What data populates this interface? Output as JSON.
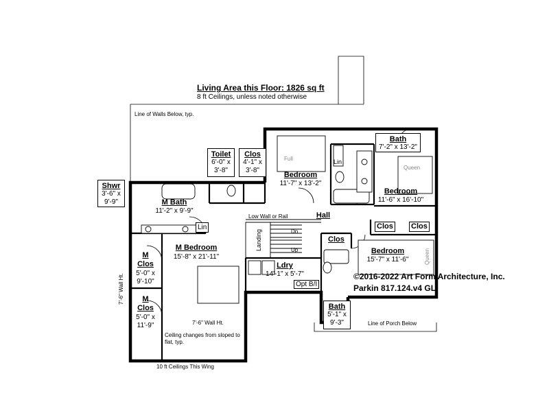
{
  "header": {
    "title": "Living Area this Floor: 1826 sq ft",
    "subtitle": "8 ft Ceilings, unless noted otherwise"
  },
  "notes": {
    "walls_below": "Line of Walls Below, typ.",
    "low_wall": "Low Wall or Rail",
    "wall_ht_left": "7'-6\" Wall Ht.",
    "wall_ht_bottom": "7'-6\" Wall Ht.",
    "ceiling_change": "Ceiling changes from sloped to flat, typ.",
    "ceilings_wing": "10 ft Ceilings This Wing",
    "porch_below": "Line of Porch Below"
  },
  "rooms": {
    "bedroom_top": {
      "name": "Bedroom",
      "size": "11'-7\" x 13'-2\""
    },
    "bedroom_right": {
      "name": "Bedroom",
      "size": "11'-6\" x 16'-10\""
    },
    "bedroom_lower": {
      "name": "Bedroom",
      "size": "15'-7\" x 11'-6\""
    },
    "m_bath": {
      "name": "M Bath",
      "size": "11'-2\" x 9'-9\""
    },
    "m_bedroom": {
      "name": "M Bedroom",
      "size": "15'-8\" x 21'-11\""
    },
    "m_clos_1": {
      "name_1": "M",
      "name_2": "Clos",
      "size_1": "5'-0\" x",
      "size_2": "9'-10\""
    },
    "m_clos_2": {
      "name_1": "M",
      "name_2": "Clos",
      "size_1": "5'-0\" x",
      "size_2": "11'-9\""
    },
    "ldry": {
      "name": "Ldry",
      "size": "14'-1\" x 5'-7\""
    },
    "hall": {
      "name": "Hall"
    }
  },
  "callouts": {
    "toilet": {
      "name": "Toilet",
      "size_1": "6'-0\" x",
      "size_2": "3'-8\""
    },
    "clos_top": {
      "name": "Clos",
      "size_1": "4'-1\" x",
      "size_2": "3'-8\""
    },
    "bath_top": {
      "name": "Bath",
      "size": "7'-2\" x 13'-2\""
    },
    "shwr": {
      "name": "Shwr",
      "size_1": "3'-6\" x",
      "size_2": "9'-9\""
    },
    "bath_bottom": {
      "name": "Bath",
      "size_1": "5'-1\" x",
      "size_2": "9'-3\""
    }
  },
  "labels": {
    "clos_a": "Clos",
    "clos_b": "Clos",
    "clos_hall": "Clos",
    "lin_mbath": "Lin",
    "lin_bath": "Lin",
    "landing": "Landing",
    "dn": "Dn",
    "up": "Up",
    "opt": "Opt B/I",
    "full": "Full",
    "queen_1": "Queen",
    "queen_2": "Queen"
  },
  "copyright": {
    "line_1": "©2016-2022 Art Form Architecture, Inc.",
    "line_2": "Parkin 817.124.v4 GL"
  }
}
